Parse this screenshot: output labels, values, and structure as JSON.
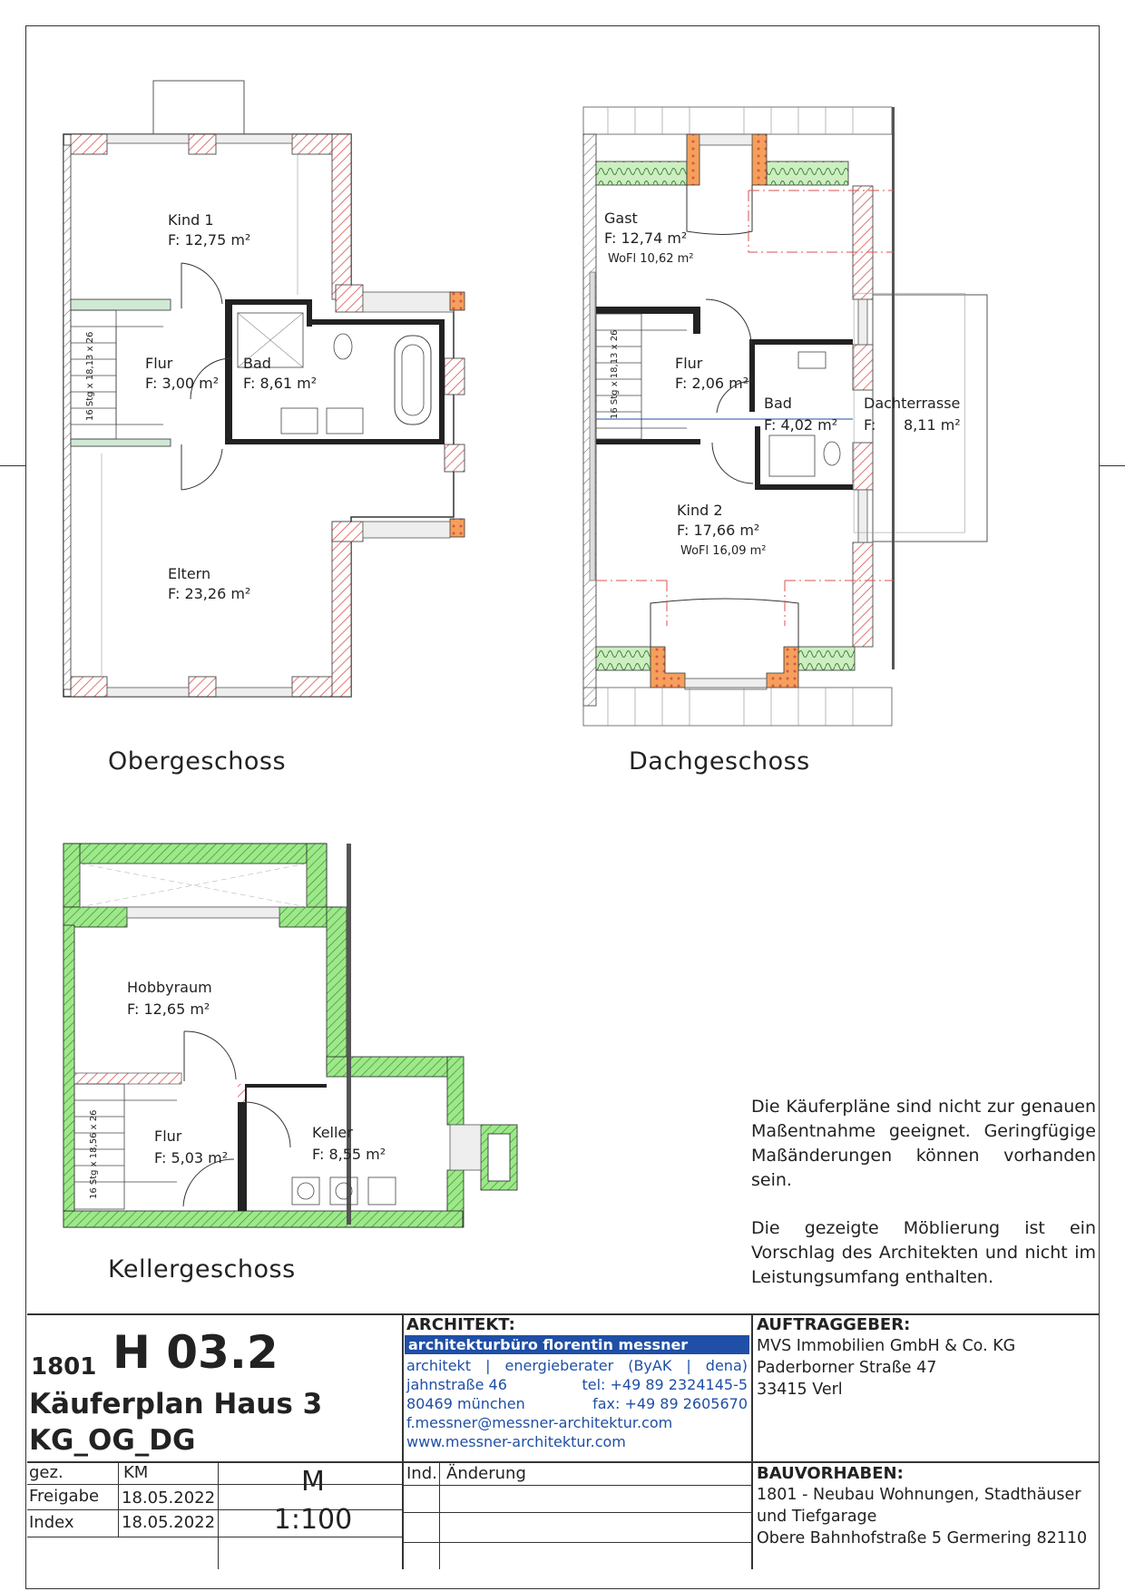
{
  "floors": {
    "og": {
      "title": "Obergeschoss",
      "rooms": [
        {
          "name": "Kind 1",
          "area": "F: 12,75 m²"
        },
        {
          "name": "Flur",
          "area": "F: 3,00 m²"
        },
        {
          "name": "Bad",
          "area": "F: 8,61 m²"
        },
        {
          "name": "Eltern",
          "area": "F: 23,26 m²"
        }
      ],
      "stair_label": "16 Stg x 18,13 x 26"
    },
    "dg": {
      "title": "Dachgeschoss",
      "rooms": [
        {
          "name": "Gast",
          "area": "F: 12,74 m²",
          "wofl": "WoFl 10,62 m²"
        },
        {
          "name": "Flur",
          "area": "F: 2,06 m²"
        },
        {
          "name": "Bad",
          "area": "F: 4,02 m²"
        },
        {
          "name": "Dachterrasse",
          "area": "F:",
          "area2": "8,11 m²"
        },
        {
          "name": "Kind 2",
          "area": "F: 17,66 m²",
          "wofl": "WoFl 16,09 m²"
        }
      ],
      "stair_label": "16 Stg x 18,13 x 26"
    },
    "kg": {
      "title": "Kellergeschoss",
      "rooms": [
        {
          "name": "Hobbyraum",
          "area": "F: 12,65 m²"
        },
        {
          "name": "Flur",
          "area": "F: 5,03 m²"
        },
        {
          "name": "Keller",
          "area": "F: 8,55 m²"
        }
      ],
      "stair_label": "16 Stg x 18,56 x 26"
    }
  },
  "notes": {
    "p1": "Die Käuferpläne sind nicht zur genauen Maßentnahme geeignet. Geringfügige Maßänderungen können vorhanden sein.",
    "p2": "Die gezeigte Möblierung ist ein Vorschlag des Architekten und nicht im Leistungsumfang enthalten."
  },
  "title_block": {
    "project_number": "1801",
    "plan_code": "H 03.2",
    "plan_title": "Käuferplan Haus 3",
    "plan_subtitle": "KG_OG_DG",
    "drawn_label": "gez.",
    "drawn_value": "KM",
    "release_label": "Freigabe",
    "release_date": "18.05.2022",
    "index_label": "Index",
    "index_date": "18.05.2022",
    "scale_label": "M",
    "scale_value": "1:100",
    "index_col": "Ind.",
    "change_col": "Änderung",
    "architect": {
      "header": "ARCHITEKT:",
      "firm": "architekturbüro florentin messner",
      "role": "architekt | energieberater (ByAK | dena)",
      "street": "jahnstraße 46",
      "tel": "tel: +49 89 2324145-5",
      "city": "80469 münchen",
      "fax": "fax: +49 89 2605670",
      "email": "f.messner@messner-architektur.com",
      "web": "www.messner-architektur.com"
    },
    "client": {
      "header": "AUFTRAGGEBER:",
      "name": "MVS Immobilien GmbH & Co. KG",
      "street": "Paderborner Straße 47",
      "city": "33415 Verl"
    },
    "project": {
      "header": "BAUVORHABEN:",
      "line1": "1801 - Neubau Wohnungen, Stadthäuser",
      "line2": "und Tiefgarage",
      "line3": "Obere Bahnhofstraße 5 Germering 82110"
    }
  },
  "colors": {
    "wall_red": "#d9534f",
    "wall_green": "#7fdc6a",
    "insulation": "#c7e8b0",
    "brand_blue": "#1f4fa6"
  }
}
